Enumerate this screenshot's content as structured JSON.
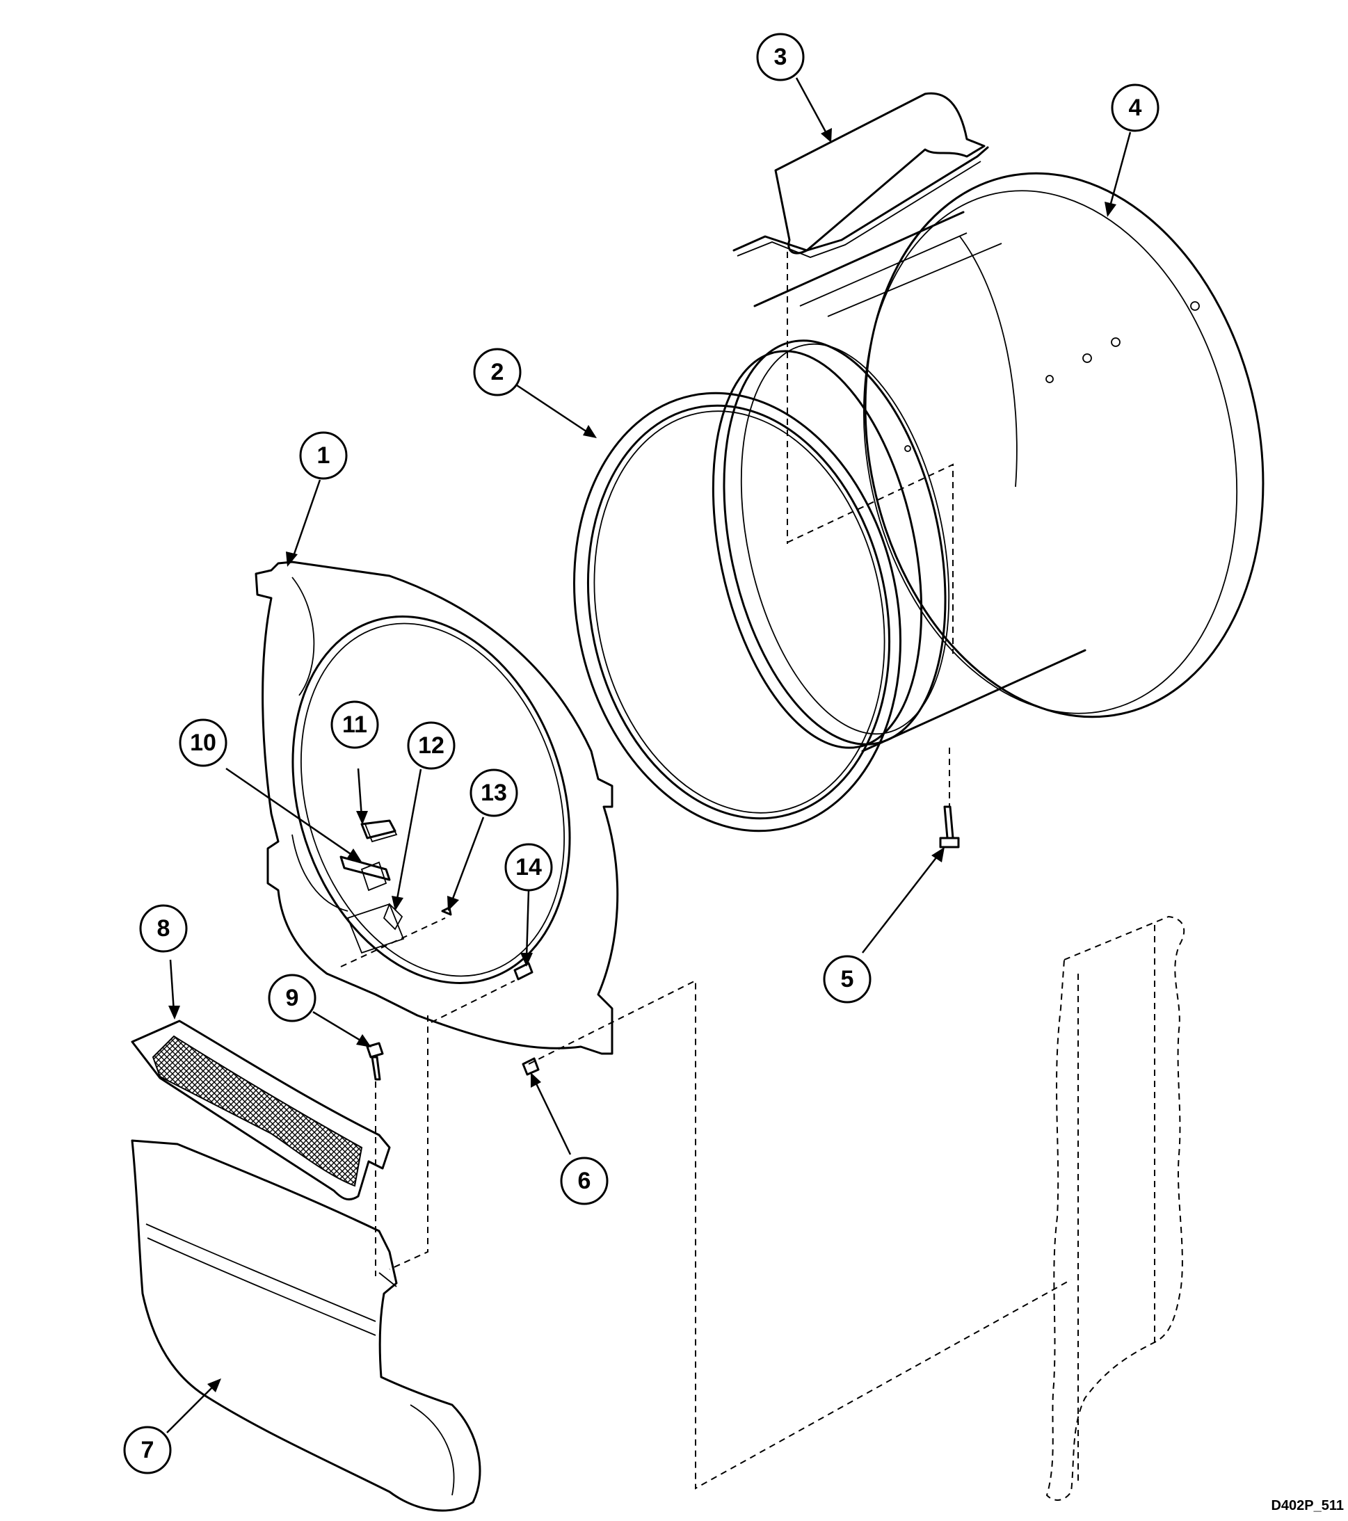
{
  "diagram": {
    "drawing_id": "D402P_511",
    "callouts": [
      {
        "label": "1"
      },
      {
        "label": "2"
      },
      {
        "label": "3"
      },
      {
        "label": "4"
      },
      {
        "label": "5"
      },
      {
        "label": "6"
      },
      {
        "label": "7"
      },
      {
        "label": "8"
      },
      {
        "label": "9"
      },
      {
        "label": "10"
      },
      {
        "label": "11"
      },
      {
        "label": "12"
      },
      {
        "label": "13"
      },
      {
        "label": "14"
      }
    ]
  }
}
